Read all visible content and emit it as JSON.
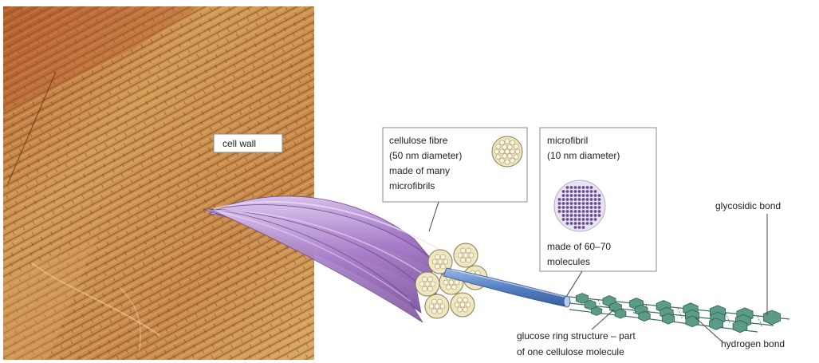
{
  "labels": {
    "cell_wall": "cell wall",
    "fibre_line1": "cellulose fibre",
    "fibre_line2": "(50 nm diameter)",
    "fibre_line3": "made of many",
    "fibre_line4": "microfibrils",
    "micro_line1": "microfibril",
    "micro_line2": "(10 nm diameter)",
    "micro_line3": "made of 60–70",
    "micro_line4": "molecules",
    "glycosidic": "glycosidic bond",
    "glucose_line1": "glucose ring structure – part",
    "glucose_line2": "of one cellulose molecule",
    "hydrogen": "hydrogen bond"
  },
  "colors": {
    "wall_base": "#c98a45",
    "wall_dark": "#8a4f22",
    "fibre": "#b48ad0",
    "fibre_end": "#e8dcae",
    "microfibril": "#5b86c8",
    "dot": "#6a4d94",
    "glucose": "#5c9b88"
  }
}
